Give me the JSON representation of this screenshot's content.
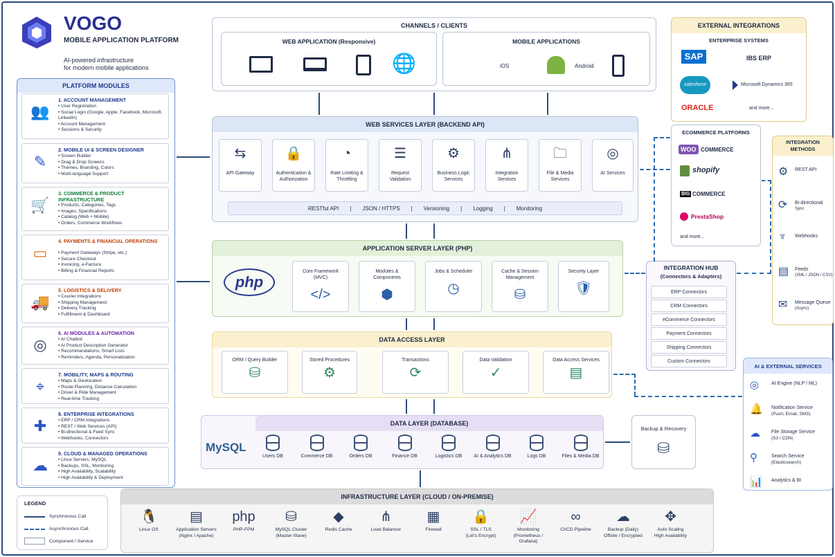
{
  "brand": {
    "name": "VOGO",
    "subtitle": "MOBILE APPLICATION PLATFORM",
    "tagline1": "AI-powered infrastructure",
    "tagline2": "for modern mobile applications"
  },
  "modules": {
    "title": "PLATFORM MODULES",
    "items": [
      {
        "title": "1. ACCOUNT MANAGEMENT",
        "icon": "users-icon",
        "color": "#1e3a8a",
        "bullets": [
          "User Registration",
          "Social Login (Google, Apple, Facebook, Microsoft, LinkedIn)",
          "Account Management",
          "Sessions & Security"
        ]
      },
      {
        "title": "2. MOBILE UI & SCREEN DESIGNER",
        "icon": "tablet-pen-icon",
        "color": "#1e3a8a",
        "bullets": [
          "Screen Builder",
          "Drag & Drop Screens",
          "Themes, Branding, Colors",
          "Multi-language Support"
        ]
      },
      {
        "title": "3. COMMERCE & PRODUCT INFRASTRUCTURE",
        "icon": "cart-icon",
        "color": "#15803d",
        "bullets": [
          "Products, Categories, Tags",
          "Images, Specifications",
          "Catalog (Web + Mobile)",
          "Orders, Commerce Workflows"
        ]
      },
      {
        "title": "4. PAYMENTS & FINANCIAL OPERATIONS",
        "icon": "card-icon",
        "color": "#c2410c",
        "bullets": [
          "Payment Gateways (Stripe, etc.)",
          "Secure Checkout",
          "Invoicing, e-Factura",
          "Billing & Financial Reports"
        ]
      },
      {
        "title": "5. LOGISTICS & DELIVERY",
        "icon": "truck-icon",
        "color": "#c2410c",
        "bullets": [
          "Courier Integrations",
          "Shipping Management",
          "Delivery Tracking",
          "Fulfillment & Dashboard"
        ]
      },
      {
        "title": "6. AI MODULES & AUTOMATION",
        "icon": "brain-icon",
        "color": "#6b21a8",
        "bullets": [
          "AI Chatbot",
          "AI Product Description Generator",
          "Recommendations, Smart Lists",
          "Reminders, Agenda, Personalization"
        ]
      },
      {
        "title": "7. MOBILITY, MAPS & ROUTING",
        "icon": "map-icon",
        "color": "#1e3a8a",
        "bullets": [
          "Maps & Geolocation",
          "Route Planning, Distance Calculation",
          "Driver & Ride Management",
          "Real-time Tracking"
        ]
      },
      {
        "title": "8. ENTERPRISE INTEGRATIONS",
        "icon": "puzzle-icon",
        "color": "#1e3a8a",
        "bullets": [
          "ERP / CRM Integrations",
          "REST / Web Services (API)",
          "Bi-directional & Feed Sync",
          "Webhooks, Connectors"
        ]
      },
      {
        "title": "9. CLOUD & MANAGED OPERATIONS",
        "icon": "cloud-icon",
        "color": "#1e3a8a",
        "bullets": [
          "Linux Servers, MySQL",
          "Backups, SSL, Monitoring",
          "High Availability, Scalability",
          "High Availability & Deployment"
        ]
      }
    ]
  },
  "channels": {
    "title": "CHANNELS / CLIENTS",
    "web_title": "WEB APPLICATION (Responsive)",
    "mobile_title": "MOBILE APPLICATIONS",
    "ios": "iOS",
    "android": "Android"
  },
  "ws": {
    "title": "WEB SERVICES LAYER (BACKEND API)",
    "cards": [
      {
        "icon": "gateway-icon",
        "label": "API Gateway"
      },
      {
        "icon": "lock-icon",
        "label": "Authentication & Authorization"
      },
      {
        "icon": "gauge-icon",
        "label": "Rate Limiting & Throttling"
      },
      {
        "icon": "checklist-icon",
        "label": "Request Validation"
      },
      {
        "icon": "gears-icon",
        "label": "Business Logic Services"
      },
      {
        "icon": "share-icon",
        "label": "Integration Services"
      },
      {
        "icon": "folder-icon",
        "label": "File & Media Services"
      },
      {
        "icon": "brain-icon",
        "label": "AI Services"
      }
    ],
    "bar": [
      "RESTful API",
      "|",
      "JSON / HTTPS",
      "|",
      "Versioning",
      "|",
      "Logging",
      "|",
      "Monitoring"
    ]
  },
  "app": {
    "title": "APPLICATION SERVER LAYER (PHP)",
    "php": "php",
    "cards": [
      {
        "icon": "code-icon",
        "label": "Core Framework (MVC)",
        "glyph": "</>"
      },
      {
        "icon": "cubes-icon",
        "label": "Modules & Components",
        "glyph": "⬢"
      },
      {
        "icon": "clock-icon",
        "label": "Jobs & Scheduler",
        "glyph": "◷"
      },
      {
        "icon": "cache-icon",
        "label": "Cache & Session Management",
        "glyph": "⛁"
      },
      {
        "icon": "shield-icon",
        "label": "Security Layer",
        "glyph": "🛡"
      }
    ]
  },
  "dal": {
    "title": "DATA ACCESS LAYER",
    "cards": [
      {
        "icon": "database-icon",
        "label": "ORM / Query Builder",
        "glyph": "⛁"
      },
      {
        "icon": "gears-icon",
        "label": "Stored Procedures",
        "glyph": "⚙"
      },
      {
        "icon": "sync-icon",
        "label": "Transactions",
        "glyph": "⟳"
      },
      {
        "icon": "check-circle-icon",
        "label": "Data Validation",
        "glyph": "✓"
      },
      {
        "icon": "server-icon",
        "label": "Data Access Services",
        "glyph": "▤"
      }
    ]
  },
  "dl": {
    "title": "DATA LAYER (DATABASE)",
    "mysql": "MySQL",
    "dbs": [
      "Users DB",
      "Commerce DB",
      "Orders DB",
      "Finance DB",
      "Logistics DB",
      "AI & Analytics DB",
      "Logs DB",
      "Files & Media DB"
    ]
  },
  "backup": {
    "label": "Backup & Recovery"
  },
  "infra": {
    "title": "INFRASTRUCTURE LAYER (CLOUD / ON-PREMISE)",
    "items": [
      {
        "icon": "linux-icon",
        "glyph": "🐧",
        "l1": "Linux OS",
        "l2": ""
      },
      {
        "icon": "servers-icon",
        "glyph": "▤",
        "l1": "Application Servers",
        "l2": "(Nginx / Apache)"
      },
      {
        "icon": "php-icon",
        "glyph": "php",
        "l1": "PHP-FPM",
        "l2": ""
      },
      {
        "icon": "database-icon",
        "glyph": "⛁",
        "l1": "MySQL Cluster",
        "l2": "(Master-Slave)"
      },
      {
        "icon": "redis-icon",
        "glyph": "◆",
        "l1": "Redis Cache",
        "l2": ""
      },
      {
        "icon": "load-balancer-icon",
        "glyph": "⋔",
        "l1": "Load Balancer",
        "l2": ""
      },
      {
        "icon": "firewall-icon",
        "glyph": "▦",
        "l1": "Firewall",
        "l2": ""
      },
      {
        "icon": "lock-icon",
        "glyph": "🔒",
        "l1": "SSL / TLS",
        "l2": "(Let's Encrypt)"
      },
      {
        "icon": "monitoring-icon",
        "glyph": "📈",
        "l1": "Monitoring",
        "l2": "(Prometheus / Grafana)"
      },
      {
        "icon": "infinity-icon",
        "glyph": "∞",
        "l1": "CI/CD Pipeline",
        "l2": ""
      },
      {
        "icon": "cloud-upload-icon",
        "glyph": "☁",
        "l1": "Backup (Daily)",
        "l2": "Offsite / Encrypted"
      },
      {
        "icon": "arrows-icon",
        "glyph": "✥",
        "l1": "Auto Scaling",
        "l2": "High Availability"
      }
    ]
  },
  "ext": {
    "title": "EXTERNAL INTEGRATIONS",
    "enterprise": "ENTERPRISE SYSTEMS",
    "sap": "SAP",
    "ibs": "IBS ERP",
    "salesforce": "salesforce",
    "msd": "Microsoft Dynamics 365",
    "oracle": "ORACLE",
    "more": "and more..."
  },
  "ecom": {
    "title": "ECOMMERCE PLATFORMS",
    "woo": "WOO",
    "woo2": "COMMERCE",
    "shopify": "shopify",
    "big": "BIG",
    "big2": "COMMERCE",
    "presta": "PrestaShop",
    "more": "and more..."
  },
  "methods": {
    "title": "INTEGRATION METHODS",
    "items": [
      {
        "icon": "rest-icon",
        "glyph": "⚙",
        "label": "REST API",
        "sub": ""
      },
      {
        "icon": "sync-icon",
        "glyph": "⟳",
        "label": "Bi-directional",
        "sub": "Sync"
      },
      {
        "icon": "webhook-icon",
        "glyph": "♆",
        "label": "Webhooks",
        "sub": ""
      },
      {
        "icon": "feed-icon",
        "glyph": "▤",
        "label": "Feeds",
        "sub": "(XML / JSON / CSV)"
      },
      {
        "icon": "envelope-icon",
        "glyph": "✉",
        "label": "Message Queue",
        "sub": "(Async)"
      }
    ]
  },
  "hub": {
    "title": "INTEGRATION HUB",
    "subtitle": "(Connectors & Adapters)",
    "items": [
      "ERP Connectors",
      "CRM Connectors",
      "eCommerce Connectors",
      "Payment Connectors",
      "Shipping Connectors",
      "Custom Connectors"
    ]
  },
  "ai": {
    "title": "AI & EXTERNAL SERVICES",
    "items": [
      {
        "icon": "brain-icon",
        "glyph": "◎",
        "l1": "AI Engine (NLP / ML)",
        "l2": ""
      },
      {
        "icon": "bell-icon",
        "glyph": "🔔",
        "l1": "Notification Service",
        "l2": "(Push, Email, SMS)"
      },
      {
        "icon": "storage-icon",
        "glyph": "☁",
        "l1": "File Storage Service",
        "l2": "(S3 / CDN)"
      },
      {
        "icon": "search-icon",
        "glyph": "⚲",
        "l1": "Search Service",
        "l2": "(Elasticsearch)"
      },
      {
        "icon": "analytics-icon",
        "glyph": "📊",
        "l1": "Analytics & BI",
        "l2": ""
      }
    ]
  },
  "legend": {
    "title": "LEGEND",
    "sync": "Synchronous Call",
    "async": "Asynchronous Call",
    "comp": "Component / Service"
  }
}
